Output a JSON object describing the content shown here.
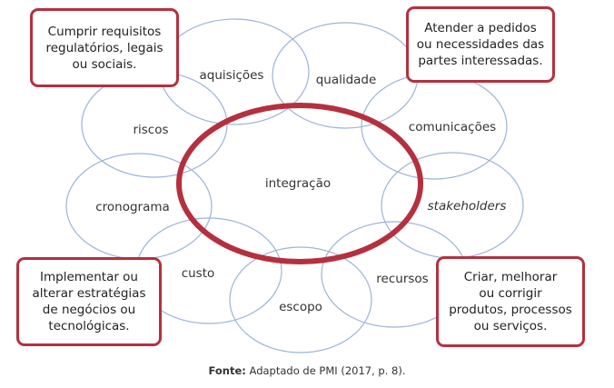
{
  "colors": {
    "ellipse_stroke": "#9db4d6",
    "accent": "#b5303e",
    "text": "#333333"
  },
  "diagram": {
    "center": "integração",
    "areas": [
      {
        "id": "aquisicoes",
        "label": "aquisições"
      },
      {
        "id": "qualidade",
        "label": "qualidade"
      },
      {
        "id": "comunicacoes",
        "label": "comunicações"
      },
      {
        "id": "stakeholders",
        "label": "stakeholders",
        "italic": true
      },
      {
        "id": "recursos",
        "label": "recursos"
      },
      {
        "id": "escopo",
        "label": "escopo"
      },
      {
        "id": "custo",
        "label": "custo"
      },
      {
        "id": "cronograma",
        "label": "cronograma"
      },
      {
        "id": "riscos",
        "label": "riscos"
      }
    ],
    "callouts": [
      {
        "id": "top-left",
        "text": "Cumprir requisitos\nregulatórios, legais\nou sociais."
      },
      {
        "id": "top-right",
        "text": "Atender a pedidos\nou necessidades das\npartes interessadas."
      },
      {
        "id": "bottom-left",
        "text": "Implementar ou\nalterar estratégias\nde negócios ou\ntecnológicas."
      },
      {
        "id": "bottom-right",
        "text": "Criar, melhorar\nou corrigir\nprodutos, processos\nou serviços."
      }
    ]
  },
  "caption": {
    "prefix": "Fonte:",
    "text": " Adaptado de PMI (2017, p. 8)."
  }
}
